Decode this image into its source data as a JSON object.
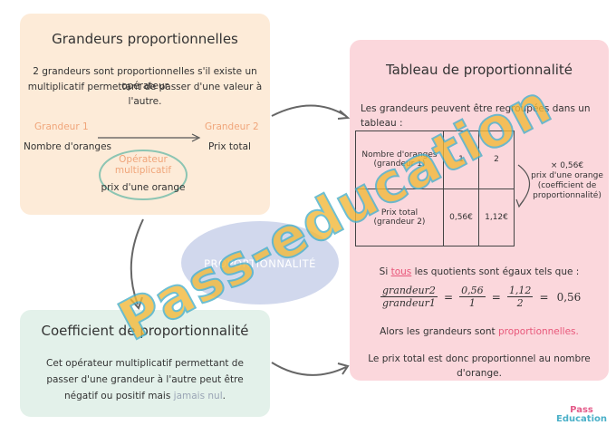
{
  "top": {
    "title": "Grandeurs proportionnelles",
    "intro_line1": "2 grandeurs sont proportionnelles s'il existe un opérateur",
    "intro_line2": "multiplicatif permettant de passer d'une valeur à l'autre.",
    "label_left": "Grandeur 1",
    "label_right": "Grandeur 2",
    "value_left": "Nombre d'oranges",
    "value_right": "Prix total",
    "operator_line1": "Opérateur",
    "operator_line2": "multiplicatif",
    "operator_value": "prix d'une orange"
  },
  "center_label": "PROPORTIONNALITÉ",
  "bottom": {
    "title": "Coefficient de proportionnalité",
    "line1": "Cet opérateur multiplicatif permettant de",
    "line2": "passer d'une grandeur à l'autre peut être",
    "line3_a": "négatif ou positif mais ",
    "line3_b": "jamais nul",
    "line3_c": "."
  },
  "right": {
    "title": "Tableau de proportionnalité",
    "intro": "Les grandeurs peuvent être regroupées dans un tableau :",
    "table": {
      "row1_head_a": "Nombre d'oranges",
      "row1_head_b": "(grandeur 1)",
      "row1_v1": "1",
      "row1_v2": "2",
      "row2_head_a": "Prix total",
      "row2_head_b": "(grandeur 2)",
      "row2_v1": "0,56€",
      "row2_v2": "1,12€"
    },
    "side_note1": "× 0,56€",
    "side_note2": "prix d'une orange",
    "side_note3": "(coefficient de",
    "side_note4": "proportionnalité)",
    "quot_a": "Si ",
    "quot_b": "tous",
    "quot_c": " les quotients sont égaux tels que :",
    "frac1_num": "grandeur2",
    "frac1_den": "grandeur1",
    "frac2_num": "0,56",
    "frac2_den": "1",
    "frac3_num": "1,12",
    "frac3_den": "2",
    "result": "0,56",
    "eq_sign": "=",
    "concl_a": "Alors les grandeurs sont ",
    "concl_b": "proportionnelles.",
    "final": "Le prix total est donc proportionnel au nombre d'orange."
  },
  "watermark": "Pass-education",
  "logo_line1": "Pass",
  "logo_line2": "Education",
  "colors": {
    "top_panel": "#fdebd8",
    "bottom_panel": "#e3f1ea",
    "right_panel": "#fbd7dc",
    "accent_orange": "#f0a57a",
    "accent_pink": "#e8577a"
  }
}
